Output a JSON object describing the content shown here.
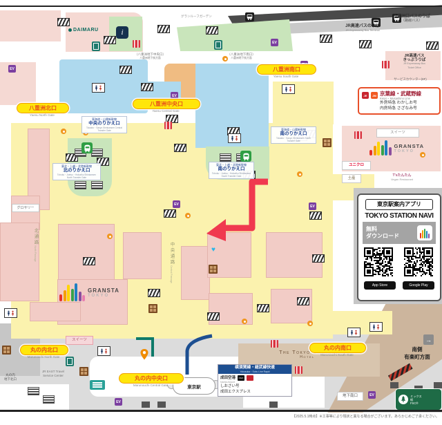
{
  "colors": {
    "route_arrow": "#f0394f",
    "yokosuka_line": "#1d4f91",
    "walkway_line": "#0e7a6a",
    "gate_pill_bg": "#ffe60a",
    "gate_pill_text": "#e8541a",
    "concourse_yellow": "#fbf2ae",
    "shinkansen_blue": "#aed9ee",
    "transfer_green": "#c9e5bb"
  },
  "buildings": {
    "daimaru": "DAIMARU",
    "granroof": "グランルーフガーデン",
    "hotel_l1": "The Tokyo Station",
    "hotel_l2": "Hotel",
    "station_oval": "東京駅",
    "grocery": "グロサリー",
    "sweets_left": "スイーツ",
    "sweets_right": "スイーツ",
    "uniqlo": "ユニクロ",
    "miyage": "土産",
    "vegan1": "T'sたんたん",
    "vegan2": "Vegan Restaurant",
    "gransta": "GRANSTA",
    "gransta_sub": "TOKYO"
  },
  "passages": {
    "north": "北通路",
    "north_en": "North Passage",
    "central": "中央通路",
    "central_en": "Central Passage"
  },
  "gates": {
    "yaesu_north": {
      "jp": "八重洲北口",
      "en": "Yaesu North Gate"
    },
    "yaesu_central": {
      "jp": "八重洲中央口",
      "en": "Yaesu Central Gate"
    },
    "yaesu_south": {
      "jp": "八重洲南口",
      "en": "Yaesu South Gate"
    },
    "maru_north": {
      "jp": "丸の内北口",
      "en": "Marunouchi North Gate"
    },
    "maru_central": {
      "jp": "丸の内中央口",
      "en": "Marunouchi Central Gate"
    },
    "maru_south": {
      "jp": "丸の内南口",
      "en": "Marunouchi South Gate"
    }
  },
  "transfers": {
    "central": {
      "lines": "東海道・山陽新幹線",
      "name": "中央のりかえ口",
      "en": "Tokaido・Sanyo Shinkansen Central Transfer Gate"
    },
    "north": {
      "lines": "東北・上越・北陸新幹線",
      "name": "北のりかえ口",
      "en": "Tohoku・Joetsu・Hokuriku Shinkansen North Transfer Gate"
    },
    "south_tokaido": {
      "lines": "東海道・山陽新幹線",
      "name": "南のりかえ口",
      "en": "Tokaido・Sanyo Shinkansen South Transfer Gate"
    },
    "south_tohoku": {
      "lines": "東北・上越・北陸新幹線",
      "name": "南のりかえ口",
      "en": "Tohoku・Joetsu・Hokuriku Shinkansen South Transfer Gate"
    }
  },
  "bus": {
    "expressway_jp": "JR高速バスのりば",
    "expressway_en": "JR Expressway Bus Terminal",
    "local_jp": "八重洲口バスのりば",
    "local_sub": "（路線バス）",
    "ticket_jp1": "JR高速バス",
    "ticket_jp2": "きっぷうりば",
    "ticket_en1": "JR Expressway Bus",
    "ticket_en2": "Ticket Office",
    "counter": "サービスカウンター(8F)"
  },
  "underground": {
    "yaesu_central1": "（八重洲地下中央口）",
    "yaesu_central2": "八重洲地下街方面",
    "yaesu_south1": "（八重洲地下南口）",
    "yaesu_south2": "八重洲地下街方面",
    "maru_north1": "丸の内",
    "maru_north2": "地下北口",
    "south": "地下南口"
  },
  "keiyo_box": {
    "title": "京葉線・武蔵野線",
    "en": "Keiyo・Musashino Line",
    "express1": "外房特急 わかしお号",
    "express2": "内房特急 さざなみ号"
  },
  "navi": {
    "app_label": "東京駅案内アプリ",
    "name": "TOKYO STATION NAVI",
    "free": "無料",
    "download": "ダウンロード",
    "store_apple": "App Store",
    "store_google": "Google Play"
  },
  "narita": {
    "header": "横須賀線・総武線快速",
    "header_en": "Yokosuka・Sobu Line Rapid",
    "airport": "成田空港",
    "airport_en": "Narita Airport",
    "e1": "しおさい号",
    "e2": "成田エクスプレス"
  },
  "misc": {
    "travel_center1": "JR EAST Travel",
    "travel_center2": "Service Center",
    "south_side": "南側",
    "yurakucho": "有楽町方面",
    "fsc1": "ミックス",
    "fsc2": "紙",
    "fsc3": "FSC®"
  },
  "icons": {
    "elevator_label": "EV",
    "direction_arrow": "→",
    "heart_glyph": "♥"
  },
  "footer": {
    "note": "【2025.5.1時点】※工事等により現状と異なる場合がございます。あらかじめご了承ください。"
  }
}
